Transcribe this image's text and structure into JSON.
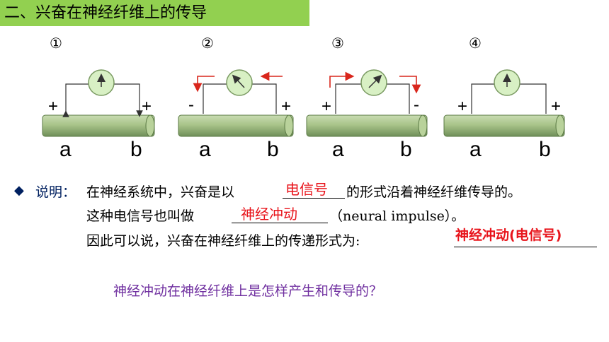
{
  "title": "二、兴奋在神经纤维上的传导",
  "diagrams": [
    {
      "number": "①",
      "left_sign": "+",
      "right_sign": "+",
      "label_a": "a",
      "label_b": "b"
    },
    {
      "number": "②",
      "left_sign": "-",
      "right_sign": "+",
      "label_a": "a",
      "label_b": "b"
    },
    {
      "number": "③",
      "left_sign": "+",
      "right_sign": "-",
      "label_a": "a",
      "label_b": "b"
    },
    {
      "number": "④",
      "left_sign": "+",
      "right_sign": "+",
      "label_a": "a",
      "label_b": "b"
    }
  ],
  "explanation": {
    "bullet": "◆",
    "label": "说明：",
    "line1_before": "在神经系统中，兴奋是以",
    "line1_answer": "电信号",
    "line1_after": "的形式沿着神经纤维传导的。",
    "line2_before": "这种电信号也叫做",
    "line2_answer": "神经冲动",
    "line2_after": "（neural impulse）。",
    "line3_before": "因此可以说，兴奋在神经纤维上的传递形式为:",
    "line3_answer": "神经冲动(电信号)"
  },
  "question": "神经冲动在神经纤维上是怎样产生和传导的？",
  "colors": {
    "title_bg": "#92d050",
    "answer": "#e8141b",
    "question": "#7030a0",
    "fiber": "#a9c48a",
    "meter": "#d8f0c4"
  }
}
